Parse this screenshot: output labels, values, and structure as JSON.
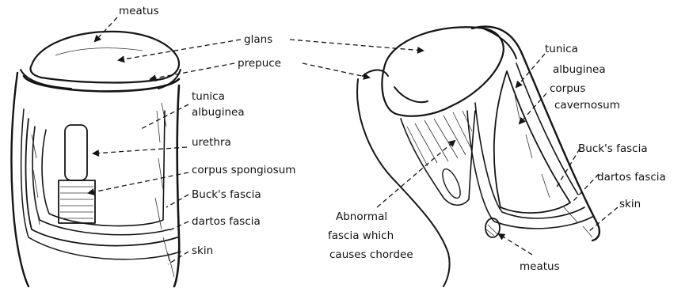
{
  "labels": {
    "meatus_top": "meatus",
    "glans": "glans",
    "prepuce": "prepuce",
    "tunica_left_1": "tunica",
    "tunica_left_2": "albuginea",
    "urethra": "urethra",
    "corpus_spongiosum": "corpus spongiosum",
    "bucks_left": "Buck's fascia",
    "dartos_left": "dartos fascia",
    "skin_left": "skin",
    "tunica_right_1": "tunica",
    "tunica_right_2": "albuginea",
    "cavernosum_1": "corpus",
    "cavernosum_2": "cavernosum",
    "bucks_right": "Buck's fascia",
    "dartos_right": "dartos fascia",
    "skin_right": "skin",
    "abnormal_1": "Abnormal",
    "abnormal_2": "fascia which",
    "abnormal_3": "causes chordee",
    "meatus_bottom": "meatus"
  }
}
